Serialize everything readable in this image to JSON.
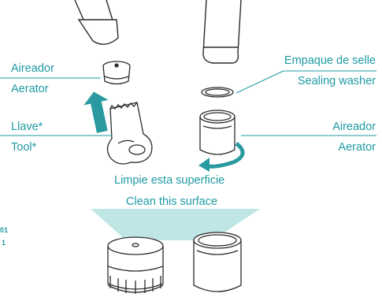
{
  "labels": {
    "aerator_left_es": "Aireador",
    "aerator_left_en": "Aerator",
    "tool_es": "Llave*",
    "tool_en": "Tool*",
    "washer_es": "Empaque de selle",
    "washer_en": "Sealing washer",
    "aerator_right_es": "Aireador",
    "aerator_right_en": "Aerator",
    "clean_es": "Limpie esta superficie",
    "clean_en": "Clean this surface"
  },
  "code_fragment": {
    "line1": "01",
    "line2": "1"
  },
  "colors": {
    "accent": "#1f9aa3",
    "light_teal": "#bfe6e4",
    "outline": "#2b2b2b"
  }
}
